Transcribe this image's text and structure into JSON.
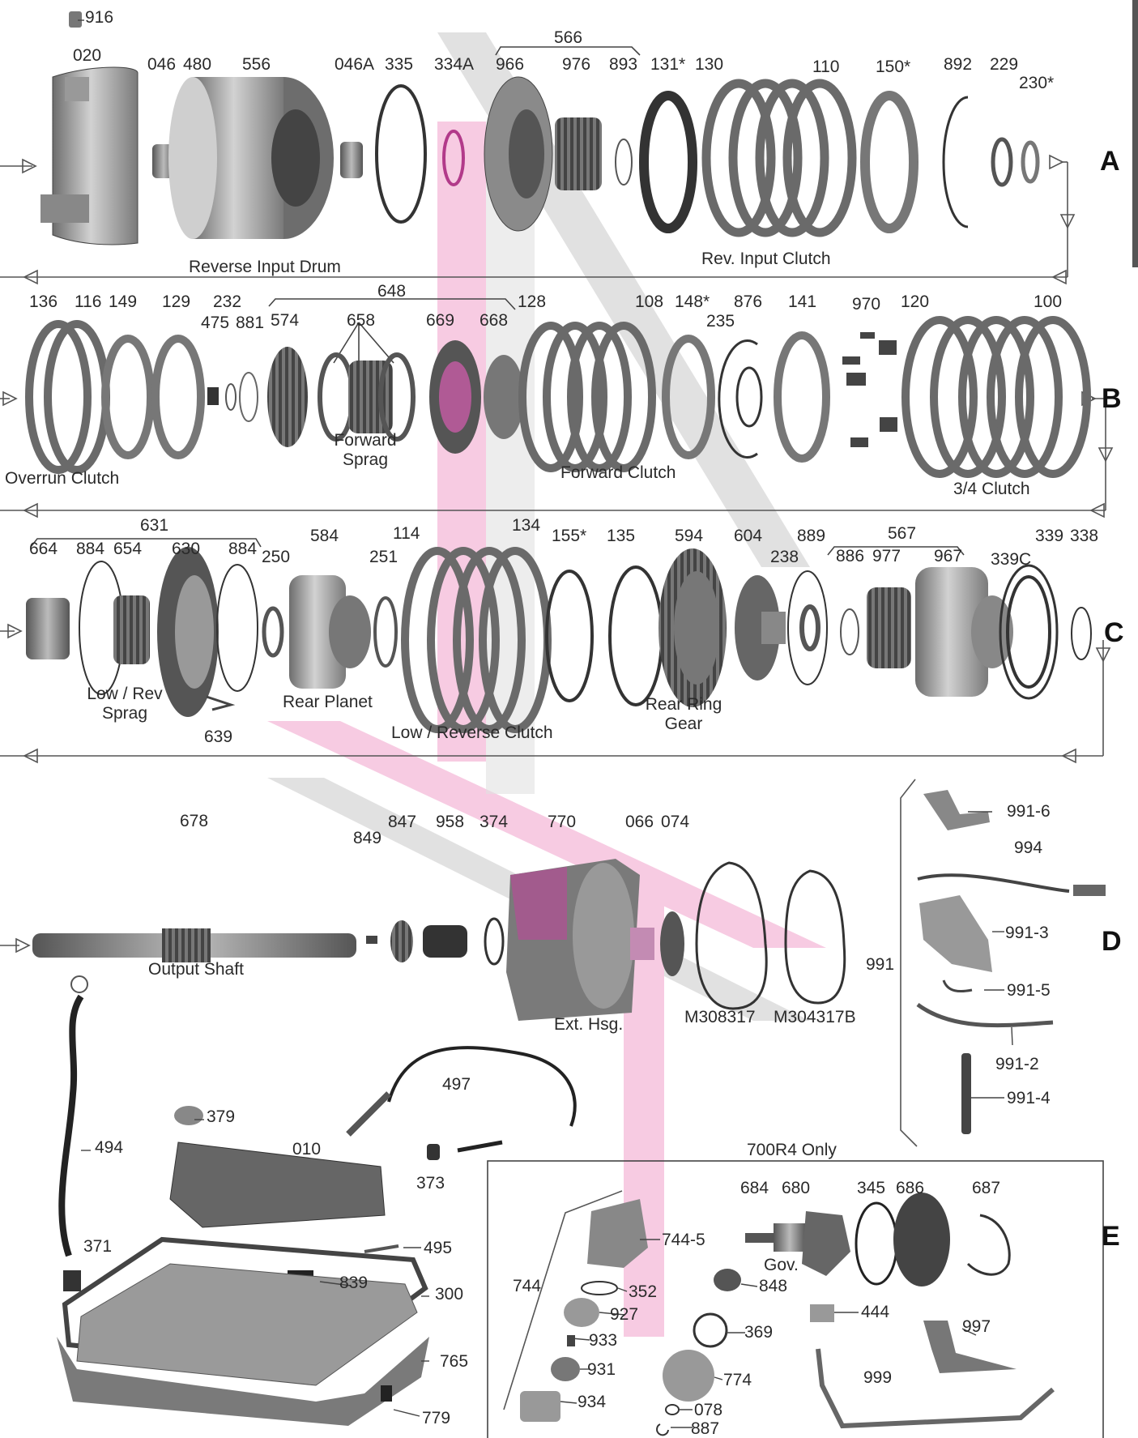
{
  "sections": [
    "A",
    "B",
    "C",
    "D",
    "E"
  ],
  "part_numbers": {
    "top": [
      "916"
    ],
    "row_a": [
      "020",
      "046",
      "480",
      "556",
      "046A",
      "335",
      "334A",
      "566",
      "966",
      "976",
      "893",
      "131*",
      "130",
      "110",
      "150*",
      "892",
      "229",
      "230*"
    ],
    "row_b": [
      "136",
      "116",
      "149",
      "129",
      "232",
      "475",
      "881",
      "648",
      "574",
      "658",
      "669",
      "668",
      "128",
      "108",
      "148*",
      "876",
      "235",
      "141",
      "970",
      "120",
      "100"
    ],
    "row_c": [
      "631",
      "664",
      "884",
      "654",
      "630",
      "884",
      "250",
      "584",
      "251",
      "114",
      "134",
      "155*",
      "135",
      "594",
      "604",
      "889",
      "238",
      "567",
      "886",
      "977",
      "967",
      "339C",
      "339",
      "338",
      "639"
    ],
    "row_d": [
      "678",
      "849",
      "847",
      "958",
      "374",
      "770",
      "066",
      "074",
      "991-6",
      "994",
      "991-3",
      "991",
      "991-5",
      "991-2",
      "991-4"
    ],
    "lower": [
      "497",
      "379",
      "010",
      "373",
      "494",
      "495",
      "371",
      "839",
      "300",
      "765",
      "779"
    ],
    "box_e": [
      "744-5",
      "744",
      "352",
      "927",
      "933",
      "931",
      "934",
      "848",
      "369",
      "774",
      "078",
      "887",
      "684",
      "680",
      "345",
      "686",
      "687",
      "444",
      "997",
      "999"
    ]
  },
  "captions": {
    "reverse_input_drum": "Reverse Input Drum",
    "rev_input_clutch": "Rev. Input Clutch",
    "overrun_clutch": "Overrun Clutch",
    "forward_sprag_1": "Forward",
    "forward_sprag_2": "Sprag",
    "forward_clutch": "Forward Clutch",
    "three_four_clutch": "3/4 Clutch",
    "low_rev_sprag_1": "Low / Rev",
    "low_rev_sprag_2": "Sprag",
    "rear_planet": "Rear Planet",
    "low_reverse_clutch": "Low / Reverse Clutch",
    "rear_ring_gear_1": "Rear Ring",
    "rear_ring_gear_2": "Gear",
    "output_shaft": "Output Shaft",
    "ext_hsg": "Ext. Hsg.",
    "gasket_1": "M308317",
    "gasket_2": "M304317B",
    "box_title": "700R4 Only",
    "gov": "Gov."
  },
  "colors": {
    "part_gray": "#8a8a8a",
    "part_dark": "#444444",
    "watermark_gray": "#cfcfcf",
    "watermark_pink": "#f3b6d8",
    "line": "#555555"
  }
}
